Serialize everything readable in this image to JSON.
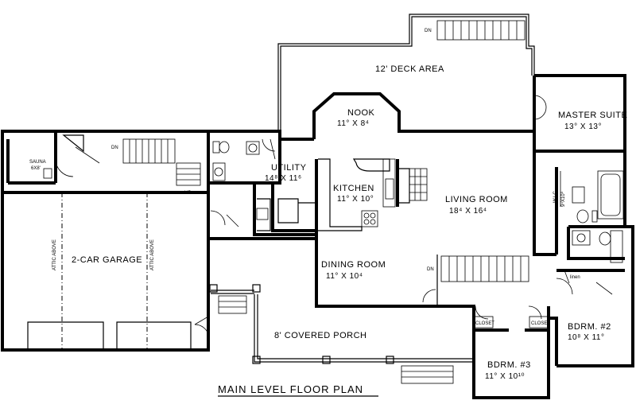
{
  "title": "MAIN LEVEL FLOOR PLAN",
  "rooms": {
    "deck": {
      "name": "12' DECK AREA"
    },
    "nook": {
      "name": "NOOK",
      "size": "11° X 8⁴"
    },
    "master": {
      "name": "MASTER SUITE",
      "size": "13° X 13°"
    },
    "utility": {
      "name": "UTILITY",
      "size": "14⁸ X 11⁶"
    },
    "kitchen": {
      "name": "KITCHEN",
      "size": "11° X 10°"
    },
    "living": {
      "name": "LIVING ROOM",
      "size": "18⁴ X 16⁴"
    },
    "garage": {
      "name": "2-CAR GARAGE"
    },
    "sauna": {
      "name": "SAUNA",
      "size": "6X8'"
    },
    "dining": {
      "name": "DINING ROOM",
      "size": "11° X 10⁴"
    },
    "porch": {
      "name": "8' COVERED PORCH"
    },
    "bdrm2": {
      "name": "BDRM. #2",
      "size": "10⁸ X 11°"
    },
    "bdrm3": {
      "name": "BDRM. #3",
      "size": "11° X 10¹⁰"
    }
  },
  "annotations": {
    "attic_left": "ATTIC ABOVE",
    "attic_right": "ATTIC ABOVE",
    "dn_deck": "DN",
    "dn_garage": "DN",
    "dn_living": "DN",
    "up_utility": "UP",
    "wic": "W.I.C.",
    "wic_size": "9⁴X10⁰",
    "linen": "linen",
    "closet_left": "CLOSET",
    "closet_right": "CLOSET"
  }
}
